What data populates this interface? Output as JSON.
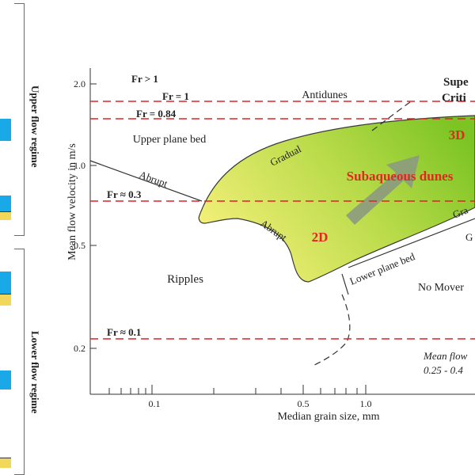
{
  "regimes": {
    "upper": "Upper flow regime",
    "lower": "Lower flow regime"
  },
  "axes": {
    "xlabel": "Median grain size, mm",
    "ylabel": "Mean flow velocity in m/s",
    "x_ticks": [
      "0.1",
      "0.5",
      "1.0"
    ],
    "y_ticks": [
      "2.0",
      "1.0",
      "0.5",
      "0.2"
    ]
  },
  "froude_lines": {
    "fr_gt1": "Fr > 1",
    "fr_1": "Fr = 1",
    "fr_084": "Fr = 0.84",
    "fr_03": "Fr ≈ 0.3",
    "fr_01": "Fr ≈ 0.1"
  },
  "regions": {
    "antidunes": "Antidunes",
    "supercritical_1": "Supe",
    "supercritical_2": "Criti",
    "upper_plane_bed": "Upper plane bed",
    "ripples": "Ripples",
    "lower_plane_bed": "Lower plane bed",
    "no_movement": "No Mover",
    "dunes_title": "Subaqueous dunes",
    "dunes_3d": "3D",
    "dunes_2d": "2D"
  },
  "boundaries": {
    "gradual": "Gradual",
    "abrupt_upper": "Abrupt",
    "abrupt_lower": "Abrupt",
    "gra_right": "Gra",
    "g_right": "G"
  },
  "note": {
    "line1": "Mean flow",
    "line2": "0.25 - 0.4"
  },
  "colors": {
    "froude_line": "#d62728",
    "dunes_label": "#e0281f",
    "dunes_fill_start": "#f5f07a",
    "dunes_fill_end": "#7cc423",
    "arrow": "#8c9a80"
  }
}
